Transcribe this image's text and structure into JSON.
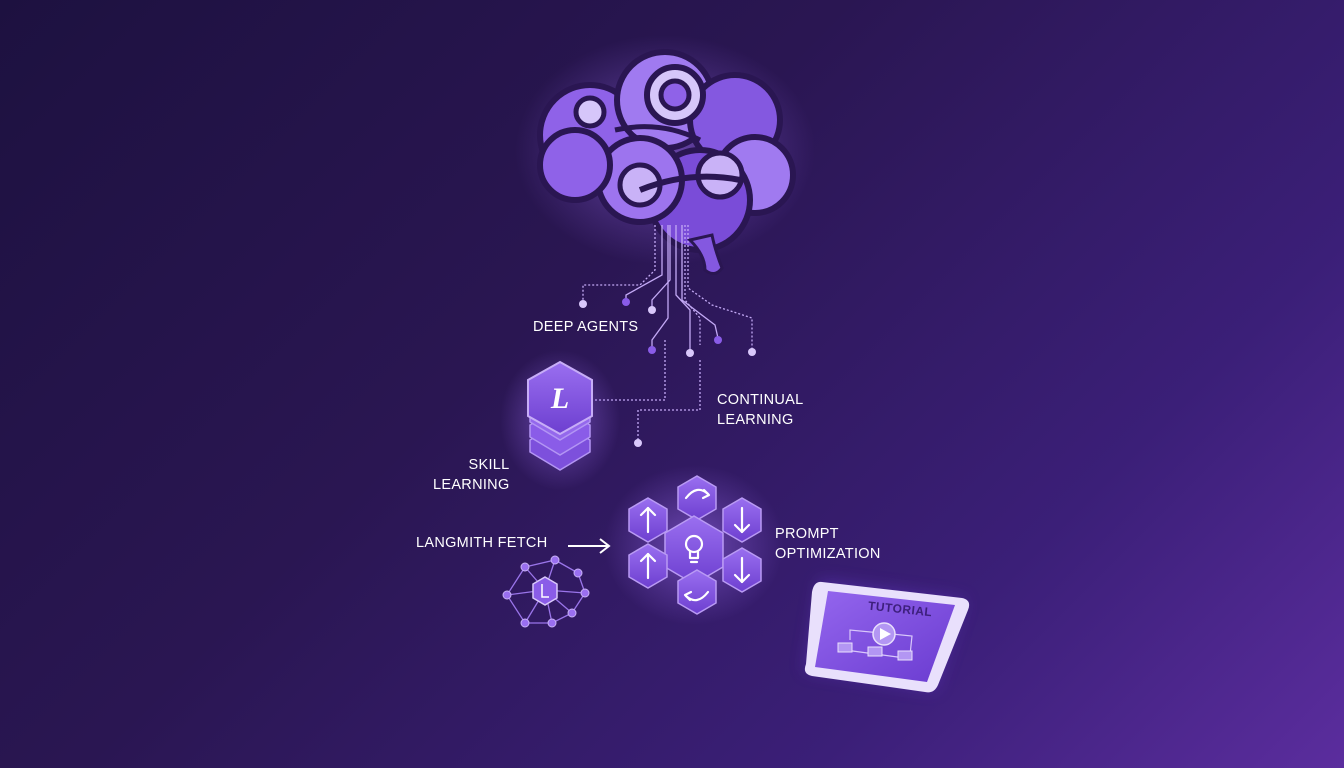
{
  "labels": {
    "deep_agents": "DEEP AGENTS",
    "continual_learning_line1": "CONTINUAL",
    "continual_learning_line2": "LEARNING",
    "skill_learning_line1": "SKILL",
    "skill_learning_line2": "LEARNING",
    "langsmith_fetch": "LANGMITH FETCH",
    "prompt_optimization_line1": "PROMPT",
    "prompt_optimization_line2": "OPTIMIZATION",
    "tutorial": "TUTORIAL",
    "skill_logo_glyph": "L"
  },
  "icons": {
    "brain": "brain-icon",
    "skill_stack": "hexagon-stack-icon",
    "network": "network-graph-icon",
    "optimization_cluster": "hexagon-cluster-icon",
    "tutorial_tablet": "tablet-video-icon"
  },
  "colors": {
    "background_start": "#1d1140",
    "background_end": "#5b2d9e",
    "accent": "#8a5ce8",
    "accent_light": "#c9b2f7",
    "node": "#b18cf5",
    "text": "#ffffff"
  }
}
